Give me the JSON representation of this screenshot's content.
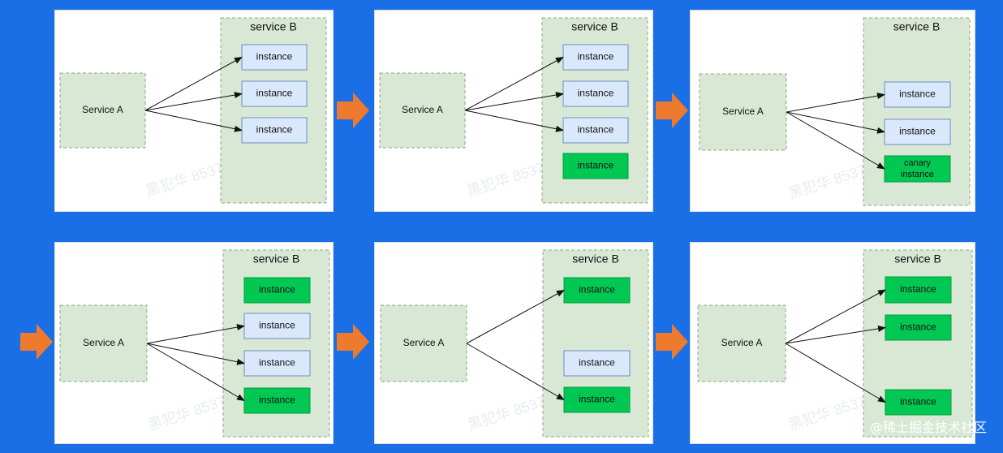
{
  "colors": {
    "background": "#1a6fe6",
    "service_fill": "#d8e8d4",
    "service_border": "#8da889",
    "instance_fill": "#dae8fc",
    "instance_border": "#6c8ebf",
    "new_instance_fill": "#00c853",
    "new_instance_border": "#009e3f",
    "arrow": "#ee7a2d",
    "edge": "#111111"
  },
  "labels": {
    "service_a": "Service A",
    "service_b": "service B",
    "instance": "instance",
    "canary": "canary instance"
  },
  "watermark": "黑犯华 8537",
  "footer": {
    "credit": "@稀土掘金技术社区"
  },
  "panels": [
    {
      "name": "step-1",
      "instances": [
        {
          "state": "old",
          "routed": true
        },
        {
          "state": "old",
          "routed": true
        },
        {
          "state": "old",
          "routed": true
        }
      ]
    },
    {
      "name": "step-2",
      "instances": [
        {
          "state": "old",
          "routed": true
        },
        {
          "state": "old",
          "routed": true
        },
        {
          "state": "old",
          "routed": true
        },
        {
          "state": "new",
          "routed": false
        }
      ]
    },
    {
      "name": "step-3",
      "instances": [
        {
          "state": "old",
          "routed": true
        },
        {
          "state": "old",
          "routed": true
        },
        {
          "state": "canary",
          "routed": true
        }
      ]
    },
    {
      "name": "step-4",
      "instances": [
        {
          "state": "new",
          "routed": false
        },
        {
          "state": "old",
          "routed": true
        },
        {
          "state": "old",
          "routed": true
        },
        {
          "state": "new",
          "routed": true
        }
      ]
    },
    {
      "name": "step-5",
      "instances": [
        {
          "state": "new",
          "routed": true
        },
        {
          "state": "old",
          "routed": false
        },
        {
          "state": "new",
          "routed": true
        }
      ]
    },
    {
      "name": "step-6",
      "instances": [
        {
          "state": "new",
          "routed": true
        },
        {
          "state": "new",
          "routed": true
        },
        {
          "state": "new",
          "routed": true
        }
      ]
    }
  ]
}
